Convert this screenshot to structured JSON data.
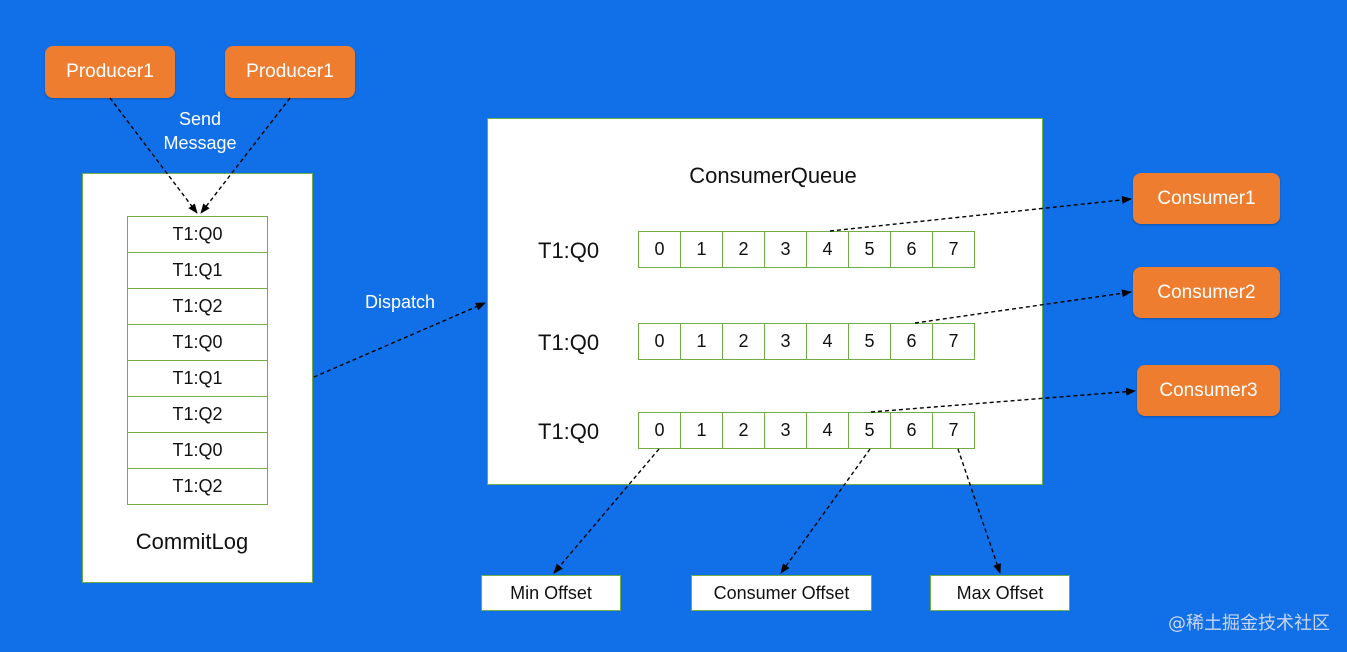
{
  "producers": [
    {
      "label": "Producer1"
    },
    {
      "label": "Producer1"
    }
  ],
  "send_message_label": "Send\nMessage",
  "commitlog": {
    "title": "CommitLog",
    "entries": [
      "T1:Q0",
      "T1:Q1",
      "T1:Q2",
      "T1:Q0",
      "T1:Q1",
      "T1:Q2",
      "T1:Q0",
      "T1:Q2"
    ]
  },
  "dispatch_label": "Dispatch",
  "consumer_queue": {
    "title": "ConsumerQueue",
    "queues": [
      {
        "label": "T1:Q0",
        "slots": [
          "0",
          "1",
          "2",
          "3",
          "4",
          "5",
          "6",
          "7"
        ]
      },
      {
        "label": "T1:Q0",
        "slots": [
          "0",
          "1",
          "2",
          "3",
          "4",
          "5",
          "6",
          "7"
        ]
      },
      {
        "label": "T1:Q0",
        "slots": [
          "0",
          "1",
          "2",
          "3",
          "4",
          "5",
          "6",
          "7"
        ]
      }
    ]
  },
  "consumers": [
    {
      "label": "Consumer1"
    },
    {
      "label": "Consumer2"
    },
    {
      "label": "Consumer3"
    }
  ],
  "offsets": {
    "min": "Min Offset",
    "consumer": "Consumer Offset",
    "max": "Max Offset"
  },
  "watermark": "@稀土掘金技术社区",
  "colors": {
    "background": "#1170e8",
    "accent": "#ef7d2f",
    "border": "#70ad47"
  }
}
